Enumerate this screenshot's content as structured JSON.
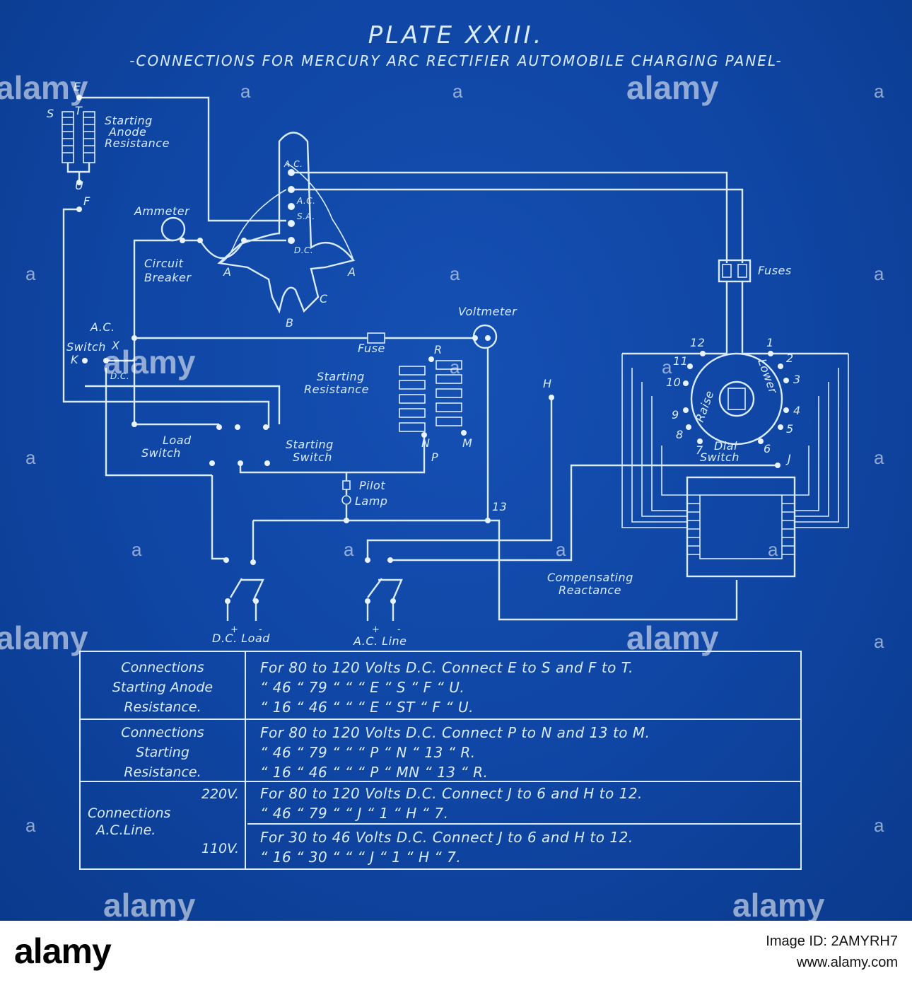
{
  "plate": {
    "title": "PLATE XXIII.",
    "subtitle": "-CONNECTIONS FOR MERCURY ARC RECTIFIER AUTOMOBILE CHARGING PANEL-"
  },
  "diagram": {
    "labels": {
      "E": "E",
      "S": "S",
      "T": "T",
      "U": "U",
      "F": "F",
      "starting_anode_resistance": [
        "Starting",
        "Anode",
        "Resistance"
      ],
      "ammeter": "Ammeter",
      "circuit_breaker": [
        "Circuit",
        "Breaker"
      ],
      "tube_ac_top": "A.C.",
      "tube_ac": "A.C.",
      "tube_sa": "S.A.",
      "tube_dc": "D.C.",
      "A_left": "A",
      "A_right": "A",
      "B": "B",
      "C": "C",
      "fuses": "Fuses",
      "voltmeter": "Voltmeter",
      "fuse": "Fuse",
      "R": "R",
      "starting_resistance": [
        "Starting",
        "Resistance"
      ],
      "N": "N",
      "M": "M",
      "P": "P",
      "ac_switch": [
        "A.C.",
        "Switch",
        "K"
      ],
      "x_mark": "X",
      "dc_mark": "D.C.",
      "load_switch": [
        "Load",
        "Switch"
      ],
      "starting_switch": [
        "Starting",
        "Switch"
      ],
      "pilot_lamp": [
        "Pilot",
        "Lamp"
      ],
      "H": "H",
      "J": "J",
      "n13": "13",
      "dial_numbers": [
        "1",
        "2",
        "3",
        "4",
        "5",
        "6",
        "7",
        "8",
        "9",
        "10",
        "11",
        "12"
      ],
      "raise": "Raise",
      "lower": "Lower",
      "dial_switch": [
        "Dial",
        "Switch"
      ],
      "compensating_reactance": [
        "Compensating",
        "Reactance"
      ],
      "dc_load": "D.C. Load",
      "ac_line": "A.C. Line",
      "plus": "+",
      "minus": "-"
    },
    "watermark": "alamy"
  },
  "table": {
    "rows": [
      {
        "label": [
          "Connections",
          "Starting Anode",
          "Resistance."
        ],
        "lines": [
          "For 80 to 120 Volts D.C. Connect E to S and F to T.",
          "“ 46 “ 79 “ “ “ E “ S “ F “ U.",
          "“ 16 “ 46 “ “ “ E “ ST “ F “ U."
        ]
      },
      {
        "label": [
          "Connections",
          "Starting",
          "Resistance."
        ],
        "lines": [
          "For 80 to 120 Volts D.C. Connect P to N and 13 to M.",
          "“ 46 “ 79 “ “ “ P “ N “ 13 “ R.",
          "“ 16 “ 46 “ “ “ P “ MN “ 13 “ R."
        ]
      },
      {
        "label": [
          "220V.",
          "Connections",
          "A.C.Line.",
          "110V."
        ],
        "lines": [
          "For 80 to 120 Volts D.C. Connect J to 6 and H to 12.",
          "“ 46 “ 79 “ “ J “ 1 “ H “ 7.",
          "For 30 to 46 Volts D.C. Connect J to 6 and H to 12.",
          "“ 16 “ 30 “ “ “ J “ 1 “ H “ 7."
        ]
      }
    ]
  },
  "footer": {
    "logo": "alamy",
    "image_id": "Image ID: 2AMYRH7",
    "url": "www.alamy.com"
  },
  "colors": {
    "blueprint": "#0f45a3",
    "line": "#d9ecff",
    "footer_bg": "#ffffff"
  }
}
